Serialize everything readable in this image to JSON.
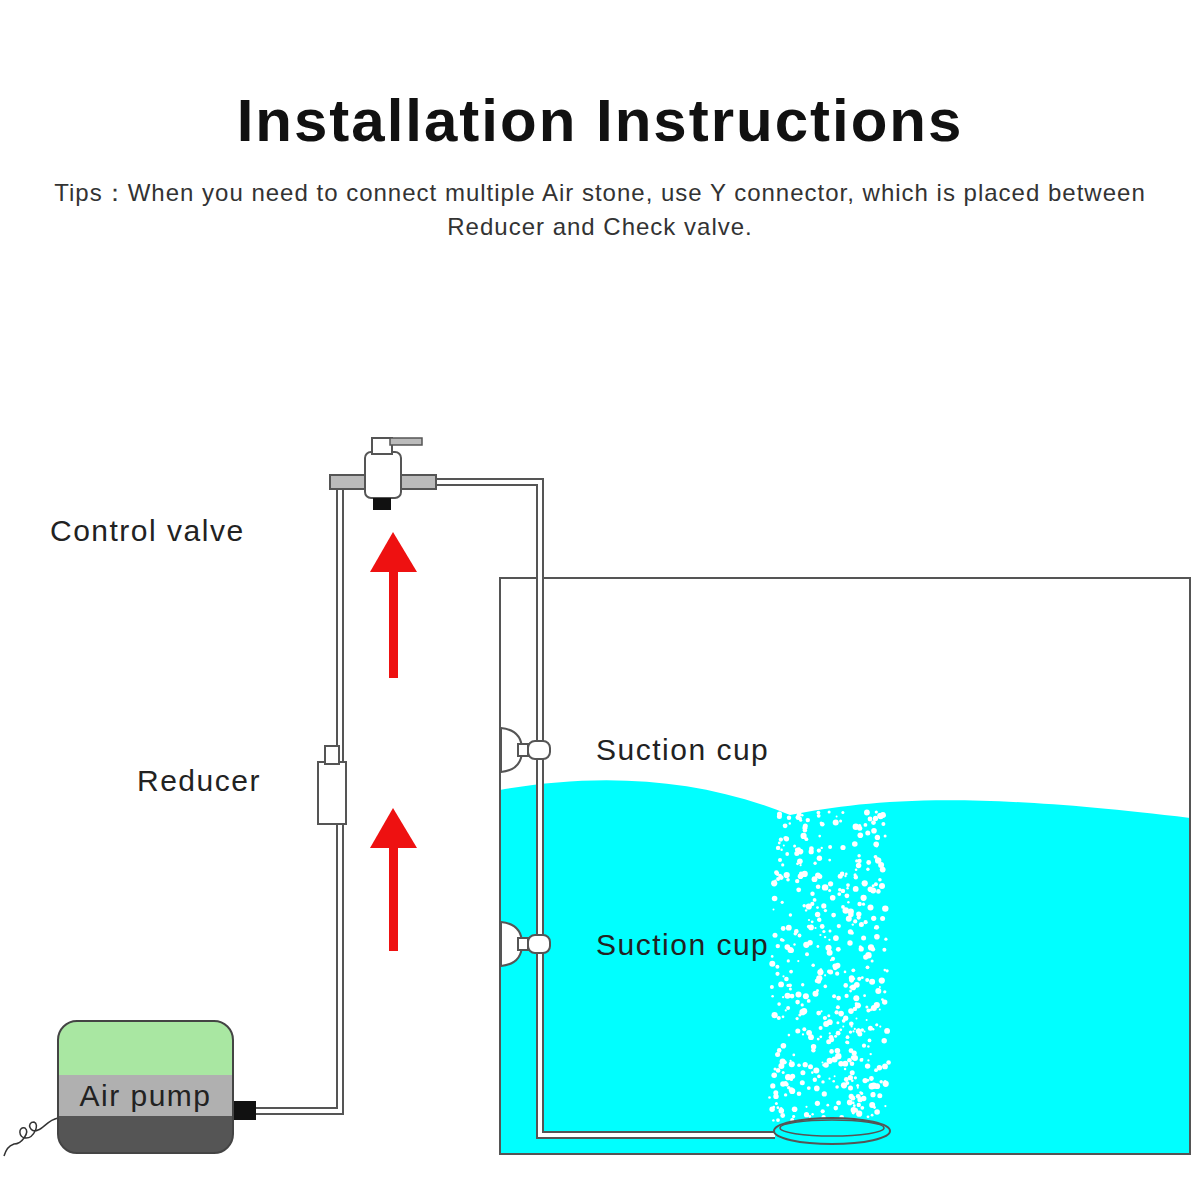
{
  "diagram": {
    "title": "Installation Instructions",
    "nodes": [
      {
        "text": [
          "Air pump"
        ]
      }
    ],
    "labels": [
      "Tips：When you need to connect multiple Air stone, use Y connector, which is placed between Reducer and Check valve.",
      "Control valve",
      "Reducer",
      "Suction cup",
      "Suction cup"
    ]
  }
}
